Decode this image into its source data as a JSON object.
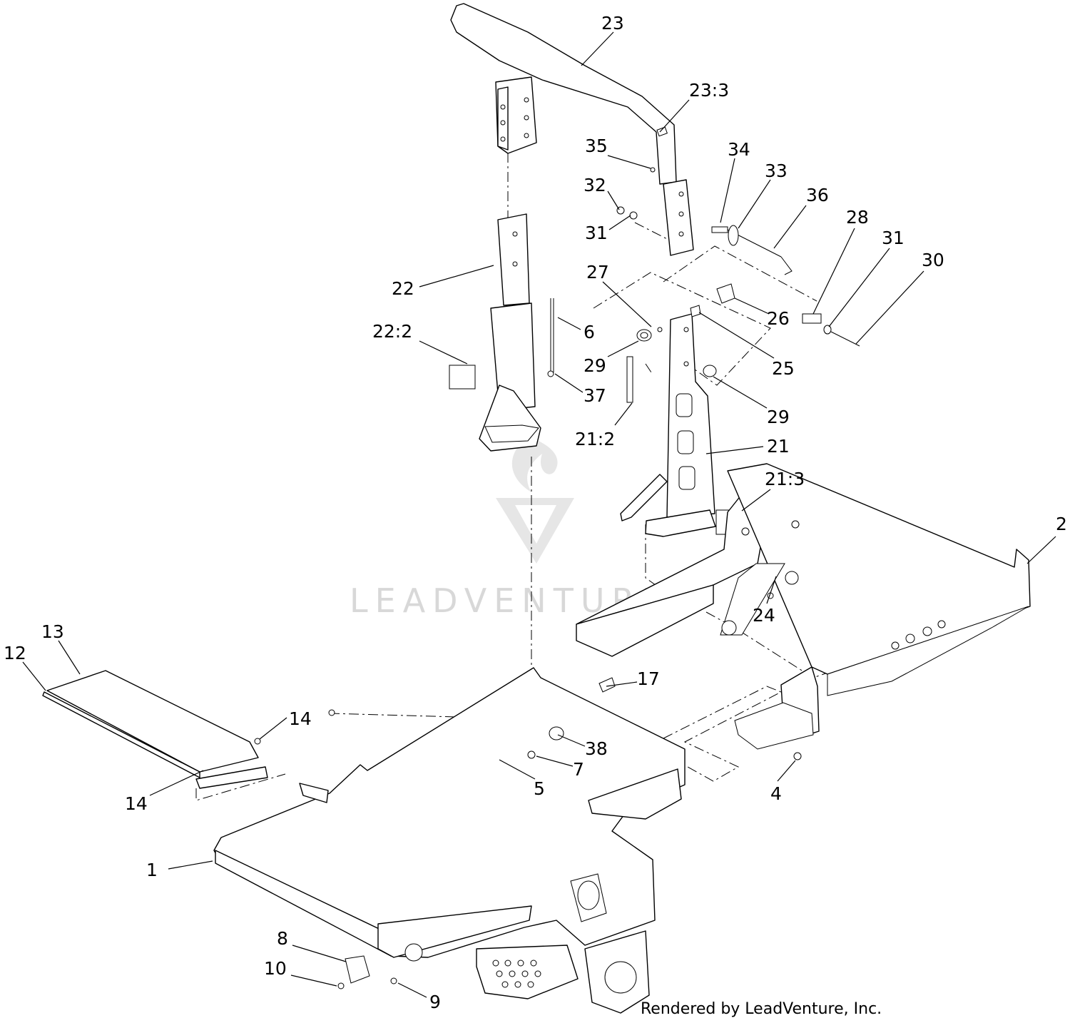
{
  "watermark": {
    "text": "LEADVENTURE"
  },
  "footer": {
    "credit": "Rendered by LeadVenture, Inc."
  },
  "callouts": [
    {
      "id": "23",
      "label": "23"
    },
    {
      "id": "23_3",
      "label": "23:3"
    },
    {
      "id": "35",
      "label": "35"
    },
    {
      "id": "34",
      "label": "34"
    },
    {
      "id": "33",
      "label": "33"
    },
    {
      "id": "32",
      "label": "32"
    },
    {
      "id": "36",
      "label": "36"
    },
    {
      "id": "31a",
      "label": "31"
    },
    {
      "id": "28",
      "label": "28"
    },
    {
      "id": "31b",
      "label": "31"
    },
    {
      "id": "30",
      "label": "30"
    },
    {
      "id": "27",
      "label": "27"
    },
    {
      "id": "22",
      "label": "22"
    },
    {
      "id": "26",
      "label": "26"
    },
    {
      "id": "6",
      "label": "6"
    },
    {
      "id": "22_2",
      "label": "22:2"
    },
    {
      "id": "29a",
      "label": "29"
    },
    {
      "id": "25",
      "label": "25"
    },
    {
      "id": "37",
      "label": "37"
    },
    {
      "id": "29b",
      "label": "29"
    },
    {
      "id": "21_2",
      "label": "21:2"
    },
    {
      "id": "21",
      "label": "21"
    },
    {
      "id": "21_3",
      "label": "21:3"
    },
    {
      "id": "2",
      "label": "2"
    },
    {
      "id": "24",
      "label": "24"
    },
    {
      "id": "13",
      "label": "13"
    },
    {
      "id": "12",
      "label": "12"
    },
    {
      "id": "17",
      "label": "17"
    },
    {
      "id": "14a",
      "label": "14"
    },
    {
      "id": "38",
      "label": "38"
    },
    {
      "id": "7",
      "label": "7"
    },
    {
      "id": "14b",
      "label": "14"
    },
    {
      "id": "5",
      "label": "5"
    },
    {
      "id": "4",
      "label": "4"
    },
    {
      "id": "1",
      "label": "1"
    },
    {
      "id": "8",
      "label": "8"
    },
    {
      "id": "10",
      "label": "10"
    },
    {
      "id": "9",
      "label": "9"
    }
  ]
}
